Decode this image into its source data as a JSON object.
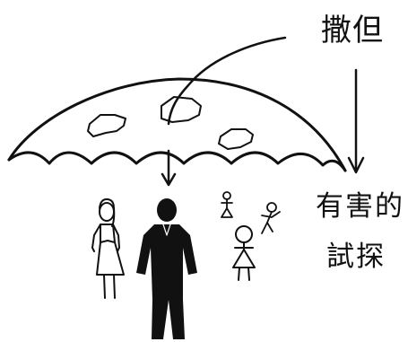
{
  "labels": {
    "umbrella": "撒但",
    "threat_line1": "有害的",
    "threat_line2": "試探"
  },
  "colors": {
    "ink": "#111111",
    "background": "#ffffff"
  }
}
